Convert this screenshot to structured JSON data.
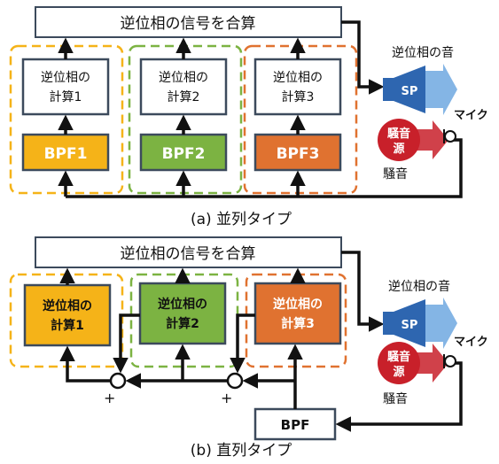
{
  "colors": {
    "yellow": "#f5b318",
    "green": "#7cb342",
    "orange": "#e07230",
    "blue": "#2e66b0",
    "red": "#c8202a",
    "box_border": "#3c4a5c"
  },
  "diagram_a": {
    "sum_box": "逆位相の信号を合算",
    "calc": [
      {
        "line1": "逆位相の",
        "line2": "計算1"
      },
      {
        "line1": "逆位相の",
        "line2": "計算2"
      },
      {
        "line1": "逆位相の",
        "line2": "計算3"
      }
    ],
    "bpf": [
      "BPF1",
      "BPF2",
      "BPF3"
    ],
    "speaker": "SP",
    "antiphase_sound": "逆位相の音",
    "noise_source": [
      "騒音",
      "源"
    ],
    "noise": "騒音",
    "mic": "マイク",
    "caption": "(a) 並列タイプ"
  },
  "diagram_b": {
    "sum_box": "逆位相の信号を合算",
    "calc": [
      {
        "line1": "逆位相の",
        "line2": "計算1"
      },
      {
        "line1": "逆位相の",
        "line2": "計算2"
      },
      {
        "line1": "逆位相の",
        "line2": "計算3"
      }
    ],
    "bpf": "BPF",
    "speaker": "SP",
    "antiphase_sound": "逆位相の音",
    "noise_source": [
      "騒音",
      "源"
    ],
    "noise": "騒音",
    "mic": "マイク",
    "plus": [
      "+",
      "+"
    ],
    "caption": "(b) 直列タイプ"
  }
}
